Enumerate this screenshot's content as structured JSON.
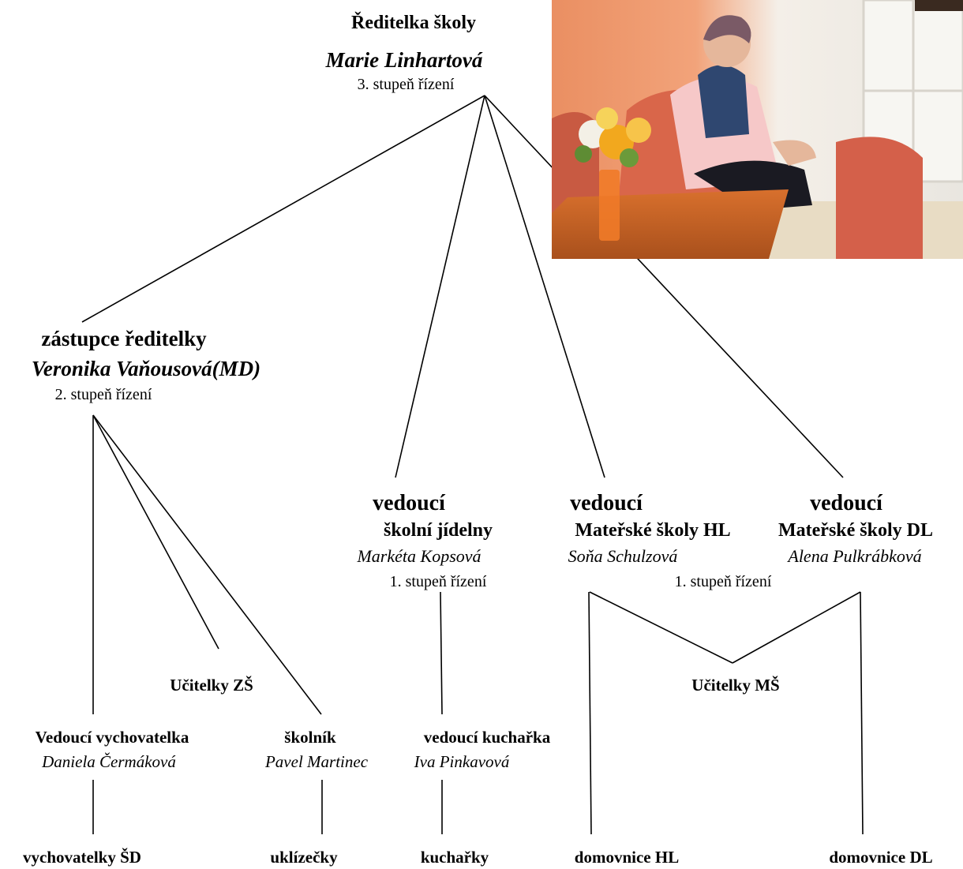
{
  "director": {
    "title": "Ředitelka školy",
    "name": "Marie Linhartová",
    "level": "3. stupeň řízení"
  },
  "deputy": {
    "title": "zástupce ředitelky",
    "name": "Veronika Vaňousová(MD)",
    "level": "2. stupeň řízení"
  },
  "canteen_head": {
    "title1": "vedoucí",
    "title2": "školní jídelny",
    "name": "Markéta Kopsová",
    "level": "1. stupeň řízení"
  },
  "kindergarten_hl_head": {
    "title1": "vedoucí",
    "title2": "Mateřské školy HL",
    "name": "Soňa Schulzová"
  },
  "kindergarten_dl_head": {
    "title1": "vedoucí",
    "title2": "Mateřské školy DL",
    "name": "Alena Pulkrábková"
  },
  "kindergarten_level": "1. stupeň řízení",
  "teachers_zs": "Učitelky ZŠ",
  "teachers_ms": "Učitelky MŠ",
  "head_educator": {
    "title": "Vedoucí vychovatelka",
    "name": "Daniela Čermáková"
  },
  "janitor": {
    "title": "školník",
    "name": "Pavel Martinec"
  },
  "head_cook": {
    "title": "vedoucí kuchařka",
    "name": "Iva Pinkavová"
  },
  "bottom": {
    "educators": "vychovatelky ŠD",
    "cleaners": "uklízečky",
    "cooks": "kuchařky",
    "housekeeper_hl": "domovnice HL",
    "housekeeper_dl": "domovnice DL"
  },
  "photo": {
    "description_icon": "director-portrait-photo"
  }
}
